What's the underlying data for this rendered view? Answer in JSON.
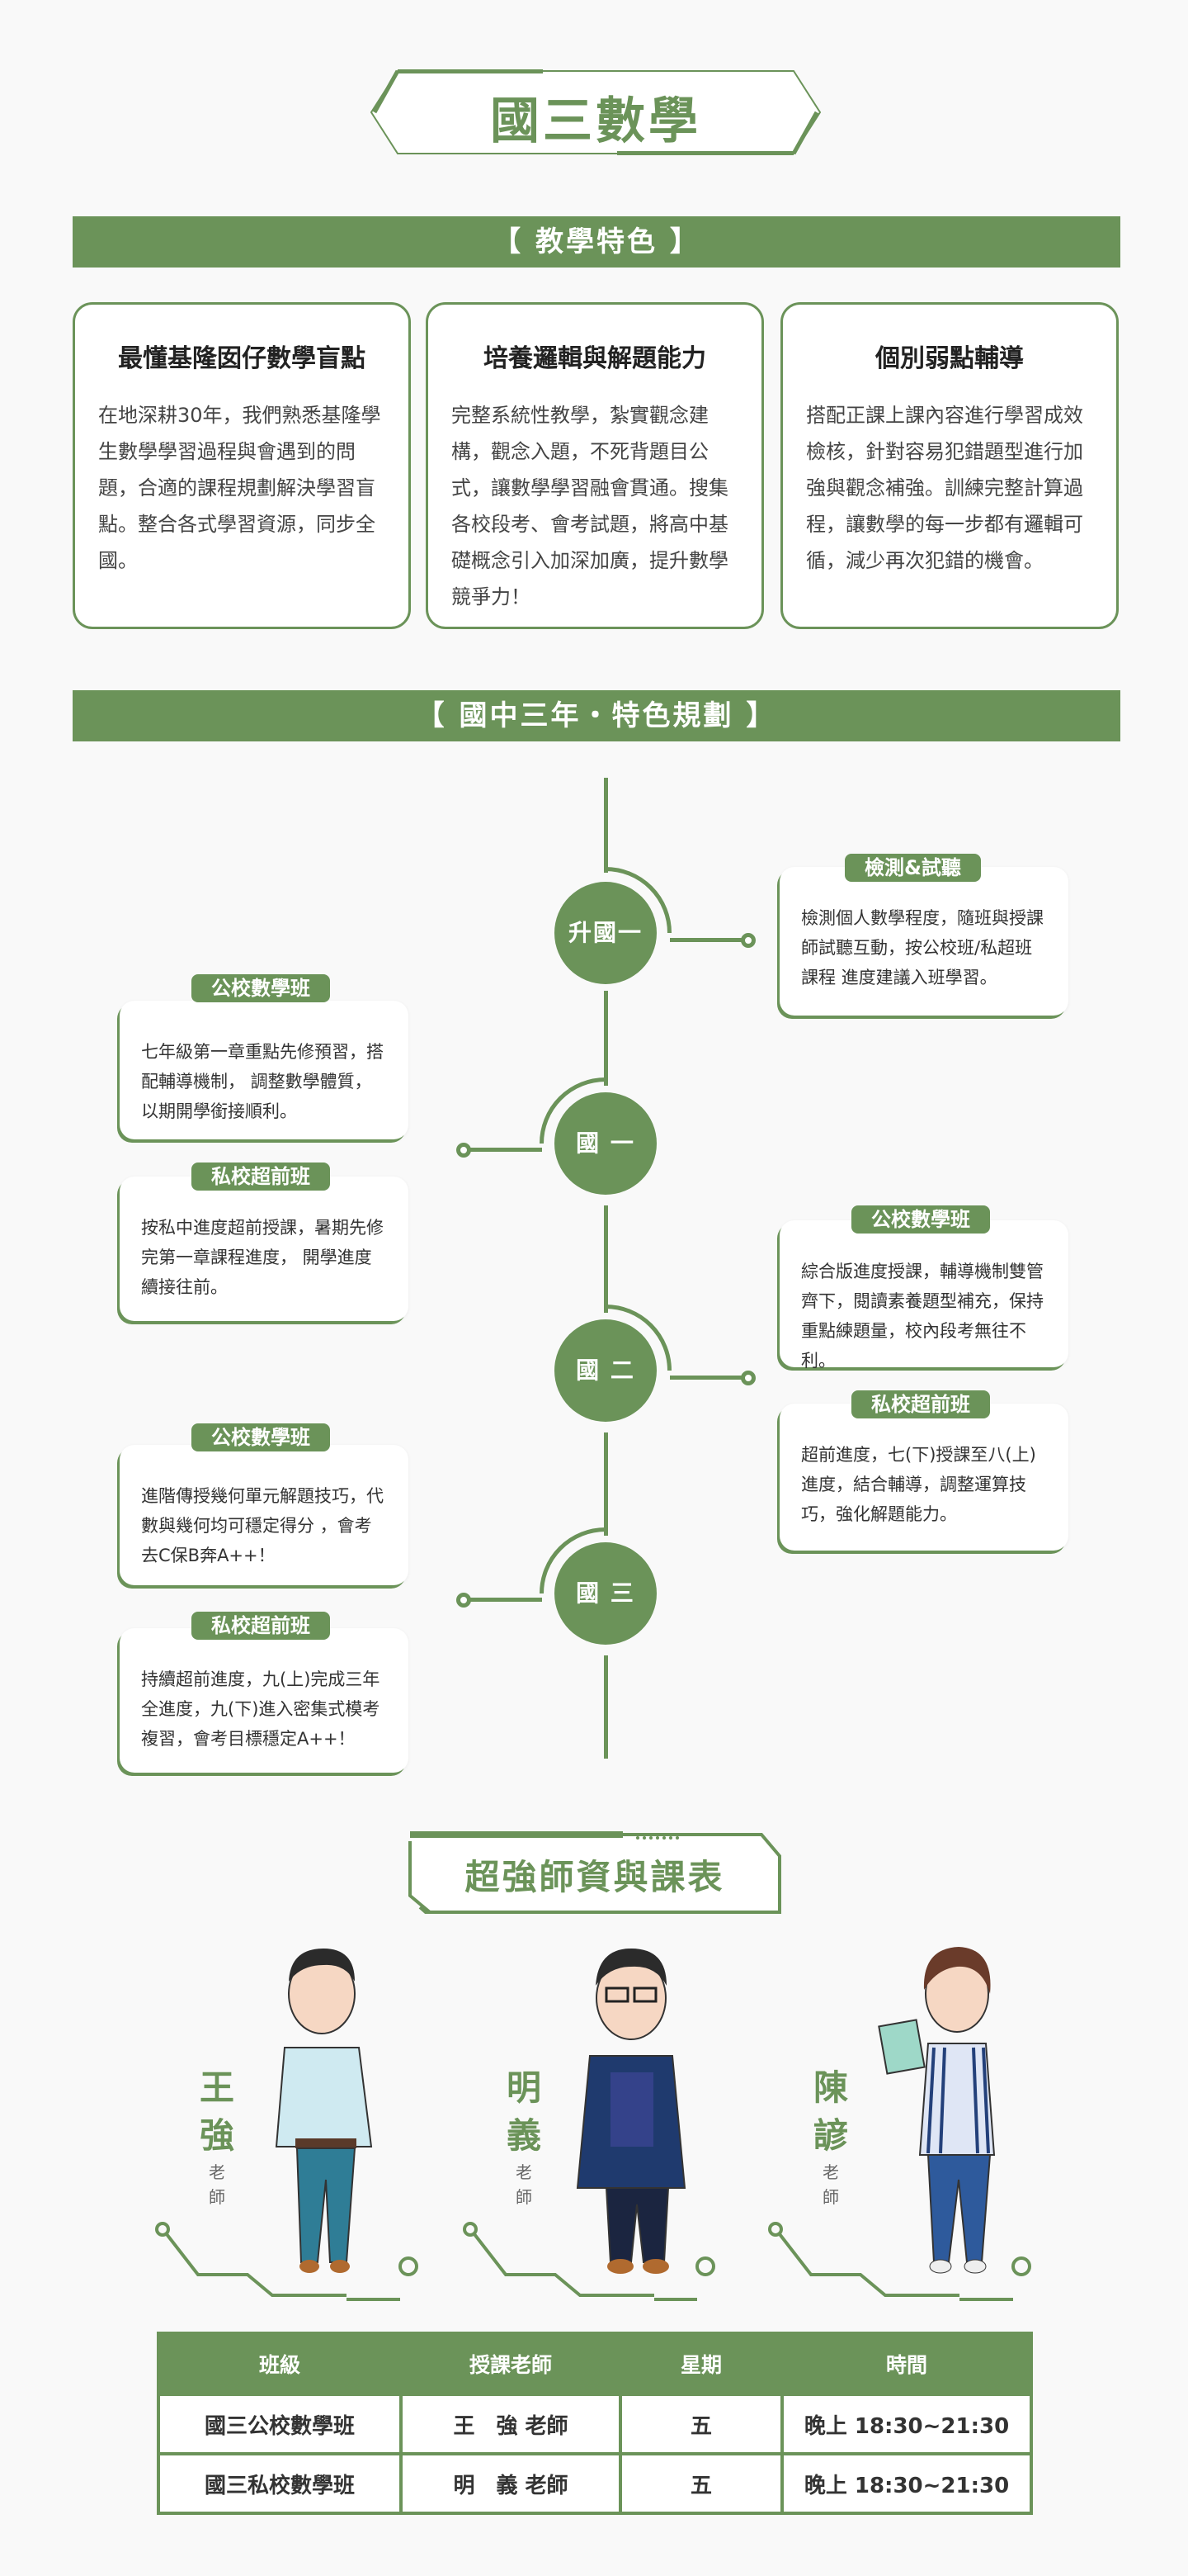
{
  "page_title": "國三數學",
  "features_banner": "【  教學特色  】",
  "features": [
    {
      "title": "最懂基隆囡仔數學盲點",
      "body": "在地深耕30年，我們熟悉基隆學生數學學習過程與會遇到的問題，合適的課程規劃解決學習盲點。整合各式學習資源，同步全國。"
    },
    {
      "title": "培養邏輯與解題能力",
      "body": "完整系統性教學，紮實觀念建構，觀念入題，不死背題目公式，讓數學學習融會貫通。搜集各校段考、會考試題，將高中基礎概念引入加深加廣，提升數學競爭力！"
    },
    {
      "title": "個別弱點輔導",
      "body": "搭配正課上課內容進行學習成效檢核，針對容易犯錯題型進行加強與觀念補強。訓練完整計算過程，讓數學的每一步都有邏輯可循，減少再次犯錯的機會。"
    }
  ],
  "plan_banner": "【 國中三年・特色規劃 】",
  "timeline": {
    "nodes": [
      "升國一",
      "國 一",
      "國 二",
      "國 三"
    ],
    "cards": [
      {
        "tag": "檢測&試聽",
        "body": "檢測個人數學程度，隨班與授課師試聽互動，按公校班/私超班課程 進度建議入班學習。"
      },
      {
        "tag": "公校數學班",
        "body": "七年級第一章重點先修預習，搭配輔導機制， 調整數學體質，以期開學銜接順利。"
      },
      {
        "tag": "私校超前班",
        "body": "按私中進度超前授課，暑期先修完第一章課程進度， 開學進度續接往前。"
      },
      {
        "tag": "公校數學班",
        "body": "綜合版進度授課，輔導機制雙管齊下，閱讀素養題型補充，保持重點練題量，校內段考無往不利。"
      },
      {
        "tag": "私校超前班",
        "body": "超前進度，七(下)授課至八(上)進度，結合輔導，調整運算技巧，強化解題能力。"
      },
      {
        "tag": "公校數學班",
        "body": "進階傳授幾何單元解題技巧，代數與幾何均可穩定得分 ，會考去C保B奔A++！"
      },
      {
        "tag": "私校超前班",
        "body": "持續超前進度，九(上)完成三年全進度，九(下)進入密集式模考複習，會考目標穩定A++！"
      }
    ]
  },
  "teachers_title": "超強師資與課表",
  "teachers": [
    {
      "name1": "王",
      "name2": "強",
      "suffix1": "老",
      "suffix2": "師"
    },
    {
      "name1": "明",
      "name2": "義",
      "suffix1": "老",
      "suffix2": "師"
    },
    {
      "name1": "陳",
      "name2": "諺",
      "suffix1": "老",
      "suffix2": "師"
    }
  ],
  "schedule": {
    "headers": [
      "班級",
      "授課老師",
      "星期",
      "時間"
    ],
    "rows": [
      [
        "國三公校數學班",
        "王　強 老師",
        "五",
        "晚上 18:30~21:30"
      ],
      [
        "國三私校數學班",
        "明　義 老師",
        "五",
        "晚上 18:30~21:30"
      ]
    ]
  },
  "colors": {
    "accent": "#6b9359",
    "background": "#f9f9f9"
  }
}
